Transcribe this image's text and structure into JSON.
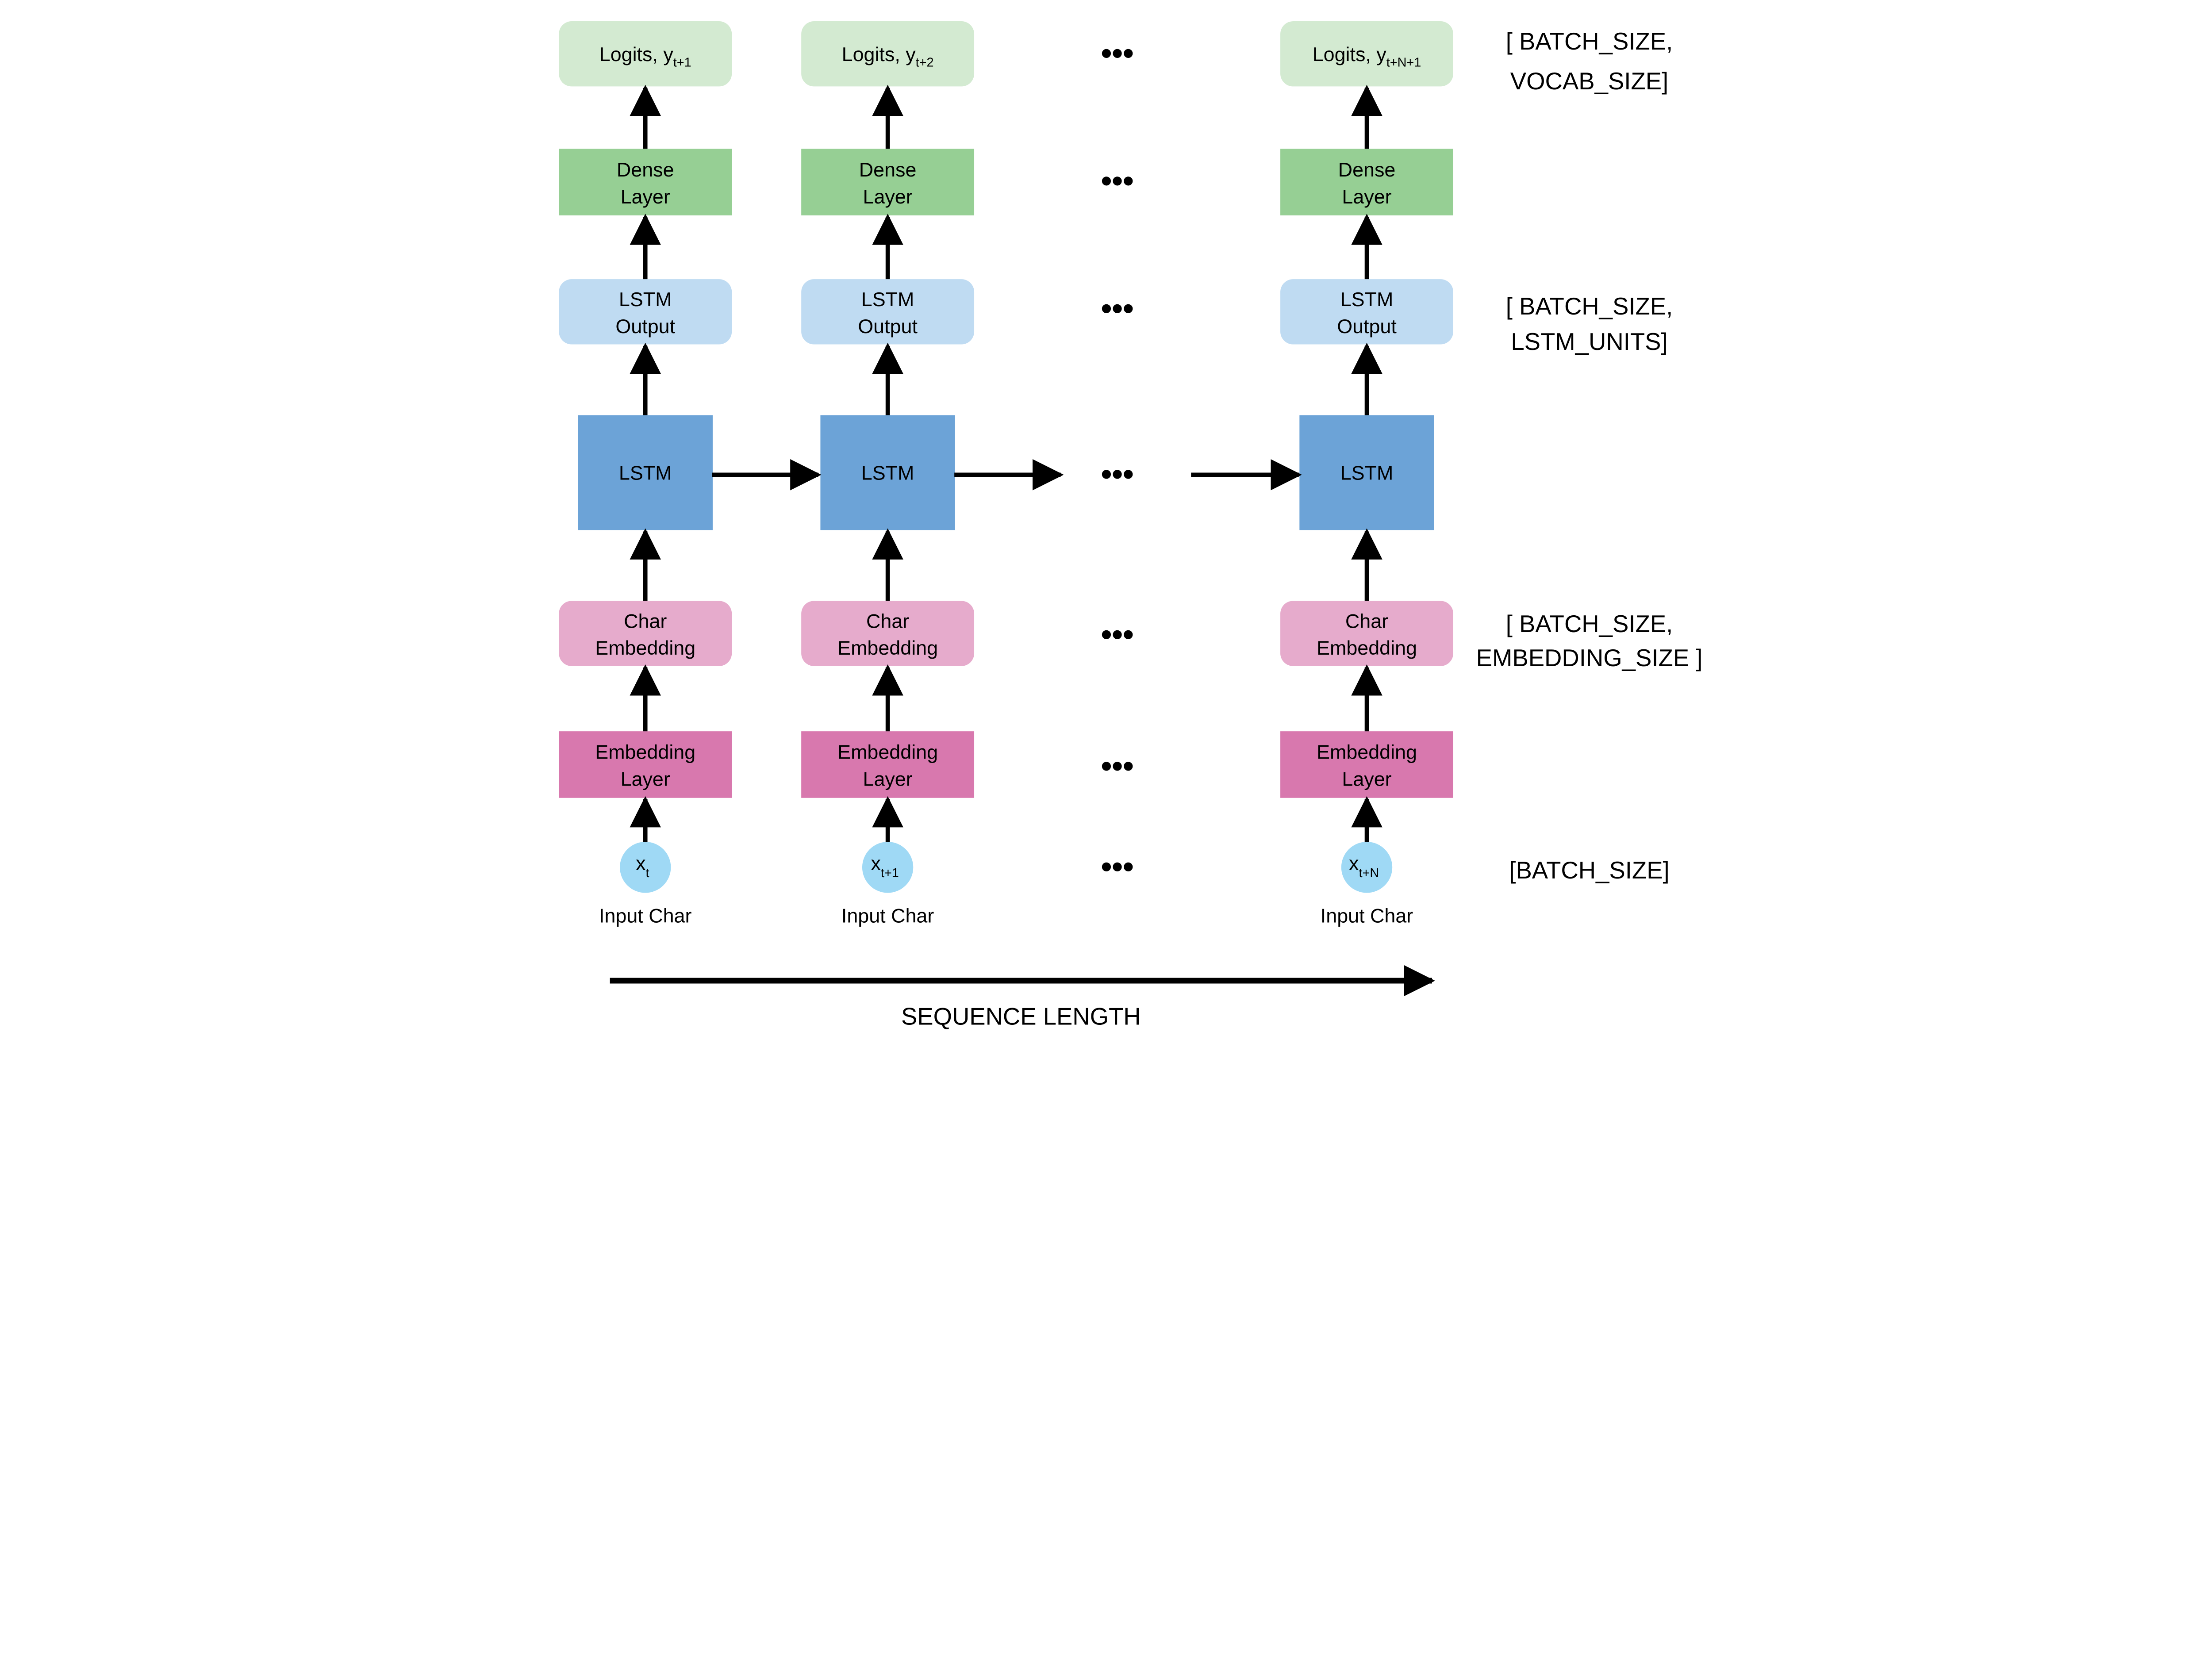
{
  "colors": {
    "logits": "#d3ead1",
    "dense": "#96cf94",
    "lstm_output": "#bfdbf2",
    "lstm": "#6ca3d7",
    "char_embedding": "#e6abcc",
    "embedding_layer": "#d878ae",
    "input": "#9fd9f5",
    "arrow": "#000000"
  },
  "columns": [
    {
      "logits": "Logits, y",
      "logits_sub": "t+1",
      "dense": [
        "Dense",
        "Layer"
      ],
      "lstm_output": [
        "LSTM",
        "Output"
      ],
      "lstm": "LSTM",
      "char_embedding": [
        "Char",
        "Embedding"
      ],
      "embedding_layer": [
        "Embedding",
        "Layer"
      ],
      "input": "x",
      "input_sub": "t",
      "input_label": "Input Char"
    },
    {
      "logits": "Logits, y",
      "logits_sub": "t+2",
      "dense": [
        "Dense",
        "Layer"
      ],
      "lstm_output": [
        "LSTM",
        "Output"
      ],
      "lstm": "LSTM",
      "char_embedding": [
        "Char",
        "Embedding"
      ],
      "embedding_layer": [
        "Embedding",
        "Layer"
      ],
      "input": "x",
      "input_sub": "t+1",
      "input_label": "Input Char"
    },
    {
      "logits": "Logits, y",
      "logits_sub": "t+N+1",
      "dense": [
        "Dense",
        "Layer"
      ],
      "lstm_output": [
        "LSTM",
        "Output"
      ],
      "lstm": "LSTM",
      "char_embedding": [
        "Char",
        "Embedding"
      ],
      "embedding_layer": [
        "Embedding",
        "Layer"
      ],
      "input": "x",
      "input_sub": "t+N",
      "input_label": "Input Char"
    }
  ],
  "ellipsis": "•••",
  "shape_labels": {
    "logits": [
      "[ BATCH_SIZE,",
      "VOCAB_SIZE]"
    ],
    "lstm_output": [
      "[ BATCH_SIZE,",
      "LSTM_UNITS]"
    ],
    "char_embedding": [
      "[ BATCH_SIZE,",
      "EMBEDDING_SIZE ]"
    ],
    "input": [
      "[BATCH_SIZE]"
    ]
  },
  "sequence_label": "SEQUENCE LENGTH"
}
